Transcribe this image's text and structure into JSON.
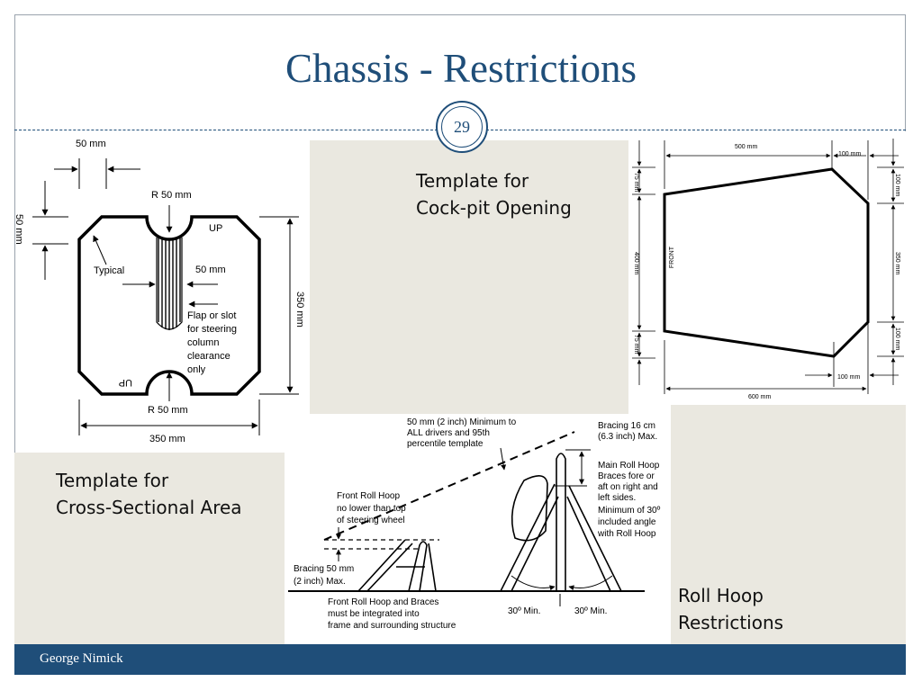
{
  "slide": {
    "title": "Chassis - Restrictions",
    "page_number": "29",
    "footer": "George Nimick"
  },
  "cross_section": {
    "caption_line1": "Template for",
    "caption_line2": "Cross-Sectional Area",
    "dim_top": "50 mm",
    "dim_side": "50 mm",
    "radius_top": "R 50 mm",
    "radius_bottom": "R 50 mm",
    "up_top": "UP",
    "up_bottom": "UP",
    "typical": "Typical",
    "slot_width": "50 mm",
    "slot_note": [
      "Flap or slot",
      "for steering",
      "column",
      "clearance",
      "only"
    ],
    "height": "350 mm",
    "width": "350 mm"
  },
  "cockpit": {
    "caption_line1": "Template for",
    "caption_line2": "Cock-pit Opening",
    "dim_top_length": "500 mm",
    "dim_top_right": "100 mm",
    "dim_bottom_length": "600 mm",
    "dim_bottom_right": "100 mm",
    "dim_left_top": "75 mm",
    "dim_left_mid": "400 mm",
    "dim_left_bottom": "75 mm",
    "dim_right_top": "100 mm",
    "dim_right_mid": "350 mm",
    "dim_right_bottom": "100 mm",
    "front_label": "FRONT"
  },
  "roll_hoop": {
    "caption_line1": "Roll Hoop",
    "caption_line2": "Restrictions",
    "min_clearance": [
      "50 mm (2 inch) Minimum to",
      "ALL drivers and 95th",
      "percentile template"
    ],
    "bracing_max": [
      "Bracing 16 cm",
      "(6.3 inch) Max."
    ],
    "main_braces": [
      "Main Roll Hoop",
      "Braces fore or",
      "aft on right and",
      "left sides.",
      "Minimum of 30º",
      "included angle",
      "with Roll Hoop"
    ],
    "front_hoop": [
      "Front Roll Hoop",
      "no lower than top",
      "of steering wheel"
    ],
    "front_bracing": [
      "Bracing 50 mm",
      "(2 inch) Max."
    ],
    "integrated": [
      "Front Roll Hoop and Braces",
      "must be integrated into",
      "frame and surrounding structure"
    ],
    "angle_left": "30º Min.",
    "angle_right": "30º Min."
  }
}
